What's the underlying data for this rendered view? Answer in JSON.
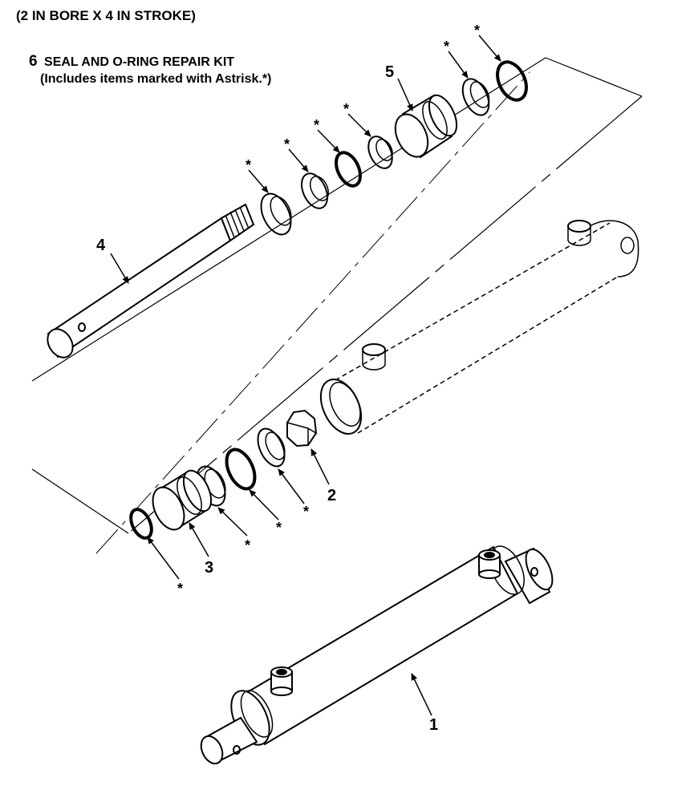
{
  "header": {
    "title": "(2 IN BORE X 4 IN STROKE)"
  },
  "kit_note": {
    "number": "6",
    "name": "SEAL AND O-RING REPAIR KIT",
    "note": "(Includes items marked with Astrisk.*)"
  },
  "callouts": {
    "item_1": "1",
    "item_2": "2",
    "item_3": "3",
    "item_4": "4",
    "item_5": "5"
  },
  "asterisk": "*",
  "colors": {
    "ink": "#000000",
    "paper": "#ffffff"
  }
}
